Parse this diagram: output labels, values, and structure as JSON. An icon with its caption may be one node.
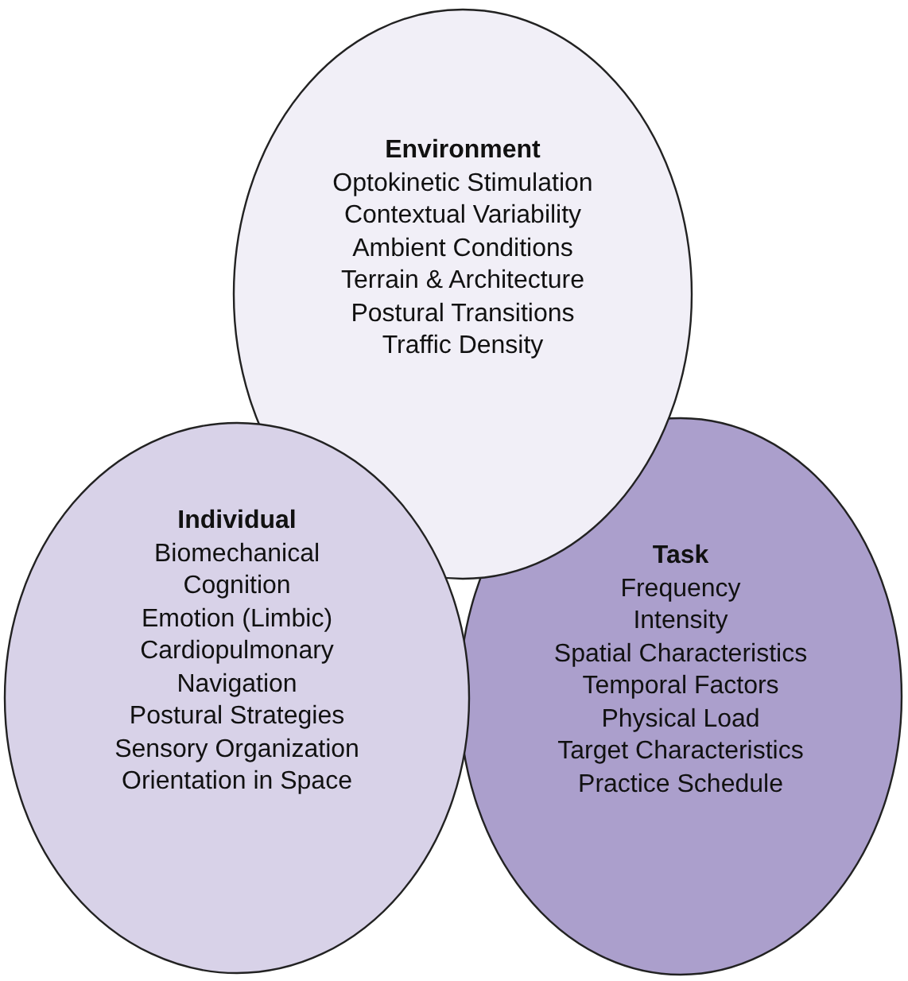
{
  "diagram": {
    "nodes": [
      {
        "text": [
          "Environment",
          "Optokinetic Stimulation",
          "Contextual Variability",
          "Ambient Conditions",
          "Terrain & Architecture",
          "Postural Transitions",
          "Traffic Density"
        ]
      },
      {
        "text": [
          "Individual",
          "Biomechanical",
          "Cognition",
          "Emotion (Limbic)",
          "Cardiopulmonary",
          "Navigation",
          "Postural Strategies",
          "Sensory Organization",
          "Orientation in Space"
        ]
      },
      {
        "text": [
          "Task",
          "Frequency",
          "Intensity",
          "Spatial Characteristics",
          "Temporal Factors",
          "Physical Load",
          "Target Characteristics",
          "Practice Schedule"
        ]
      }
    ]
  }
}
